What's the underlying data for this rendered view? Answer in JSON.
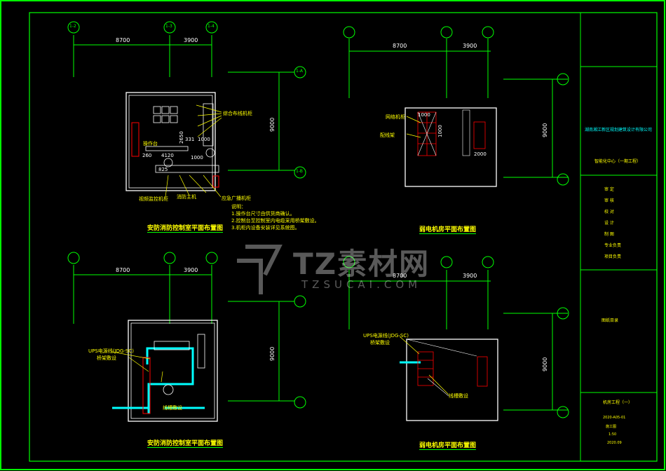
{
  "dims": {
    "a": "8700",
    "b": "3900",
    "v": "9000"
  },
  "axis_labels": {
    "h1": "1-2",
    "h2": "1-3",
    "h3": "1-4",
    "v1": "1-A",
    "v2": "1-B"
  },
  "titles": {
    "tl": "安防消防控制室平面布置图",
    "tr": "弱电机房平面布置图",
    "bl": "安防消防控制室平面布置图",
    "br": "弱电机房平面布置图"
  },
  "tl_dims": {
    "d1": "4120",
    "d2": "260",
    "d3": "2650",
    "d4": "331",
    "d5": "1000",
    "d6": "825",
    "d7": "1000"
  },
  "tr_dims": {
    "d1": "1000",
    "d2": "1000",
    "d3": "2000"
  },
  "notes": {
    "n1": "说明：",
    "n2": "1.操作台尺寸由供货商确认。",
    "n3": "2.控制台至控制室内电缆采用桥架敷设。",
    "n4": "3.机柜内设备安装详见系统图。"
  },
  "tl_callouts": {
    "a": "综合布线机柜",
    "b": "视频监控机柜",
    "c": "消防主机",
    "d": "应急广播机柜",
    "e": "操作台"
  },
  "tr_callouts": {
    "a": "网络机柜",
    "b": "配线架"
  },
  "bl_callouts": {
    "a": "UPS电源线(JDG-SC)",
    "b": "桥架敷设",
    "c": "线槽敷设"
  },
  "br_callouts": {
    "a": "UPS电源线(JDG-SC)",
    "b": "桥架敷设",
    "c": "线槽敷设"
  },
  "title_block": {
    "company": "湖南湘江新区规划建筑设计有限公司",
    "project": "智能化中心（一期工程）",
    "rows": [
      "审 定",
      "审 核",
      "校 对",
      "设 计",
      "制 图",
      "专业负责",
      "项目负责"
    ],
    "sheet_name": "机房工程（一）",
    "drawing_no": "2020-A05-01",
    "stage": "施工图",
    "scale": "1:50",
    "date": "2020.09",
    "mark": "图纸目录"
  },
  "watermark": {
    "brand": "TZ素材网",
    "url": "TZSUCAI.COM"
  },
  "colors": {
    "frame": "#00ff00",
    "dim": "#00ff00",
    "wall": "#ffffff",
    "text": "#ffffff",
    "label": "#ffff00",
    "cable": "#00ffff",
    "equip": "#ff0000"
  }
}
